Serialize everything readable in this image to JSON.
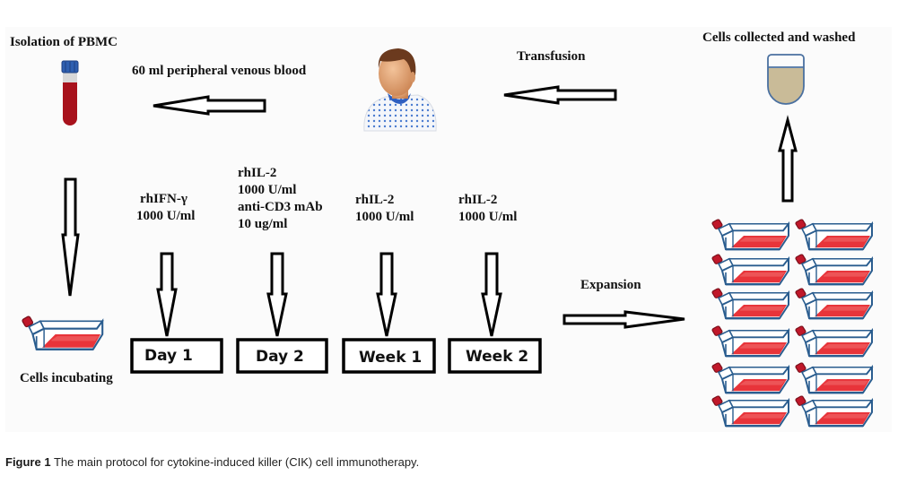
{
  "labels": {
    "isolation": "Isolation of PBMC",
    "blood": "60 ml peripheral venous blood",
    "transfusion": "Transfusion",
    "collected": "Cells collected and washed",
    "incubating": "Cells incubating",
    "expansion": "Expansion"
  },
  "steps": [
    {
      "box": "Day 1",
      "reagents": [
        "rhIFN-γ",
        "1000 U/ml"
      ]
    },
    {
      "box": "Day 2",
      "reagents": [
        "rhIL-2",
        "1000 U/ml",
        "anti-CD3 mAb",
        "10 ug/ml"
      ]
    },
    {
      "box": "Week 1",
      "reagents": [
        "rhIL-2",
        "1000 U/ml"
      ]
    },
    {
      "box": "Week 2",
      "reagents": [
        "rhIL-2",
        "1000 U/ml"
      ]
    }
  ],
  "expanded_flasks": {
    "columns": 2,
    "rows": 6
  },
  "caption": {
    "label": "Figure 1",
    "text": " The main protocol for cytokine-induced killer (CIK) cell immunotherapy."
  },
  "colors": {
    "tube_cap": "#2f5fb0",
    "blood": "#a8121c",
    "flask_outline": "#2a5d8f",
    "flask_medium": "#e8343a",
    "cup_fill": "#c9bb98",
    "cup_outline": "#4a70a0",
    "skin": "#e0a577",
    "hair": "#6b3a1e",
    "gown_dots": "#4a7bd0"
  }
}
